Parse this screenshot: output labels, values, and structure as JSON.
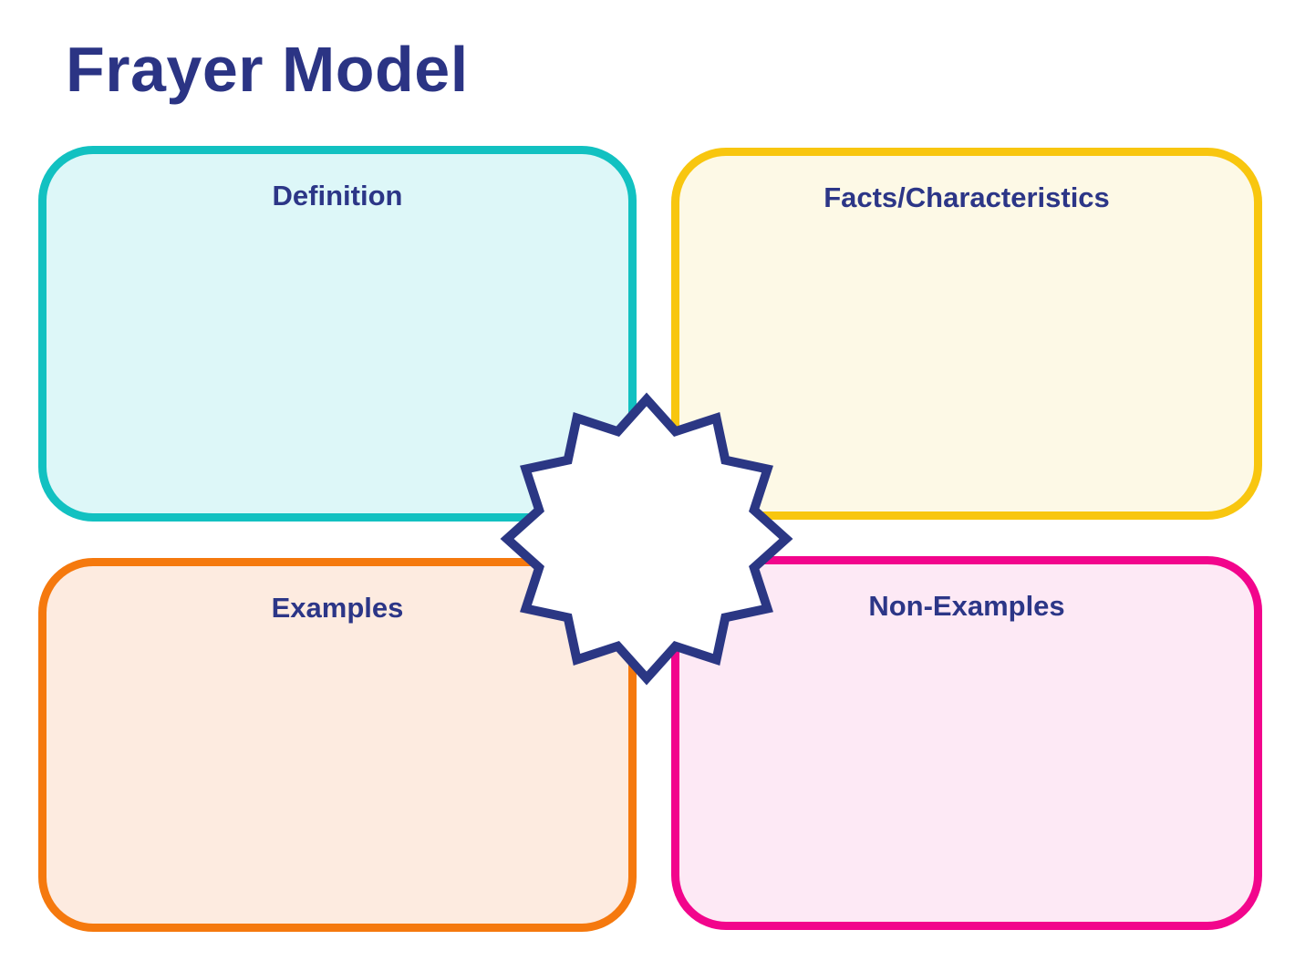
{
  "page": {
    "title": "Frayer Model",
    "background": "#ffffff"
  },
  "colors": {
    "heading_text": "#2b3484",
    "label_text": "#2c3687",
    "star_fill": "#ffffff",
    "star_stroke": "#2b3784"
  },
  "quadrants": [
    {
      "id": "definition",
      "label": "Definition",
      "border": "#12c1c1",
      "fill": "#ddf7f8"
    },
    {
      "id": "facts",
      "label": "Facts/Characteristics",
      "border": "#f8c60f",
      "fill": "#fdf9e6"
    },
    {
      "id": "examples",
      "label": "Examples",
      "border": "#f5790e",
      "fill": "#fdebe0"
    },
    {
      "id": "non_examples",
      "label": "Non-Examples",
      "border": "#f2058c",
      "fill": "#fde9f5"
    }
  ],
  "center_badge": {
    "description": "starburst for the target word/term",
    "points": 12,
    "text": ""
  }
}
